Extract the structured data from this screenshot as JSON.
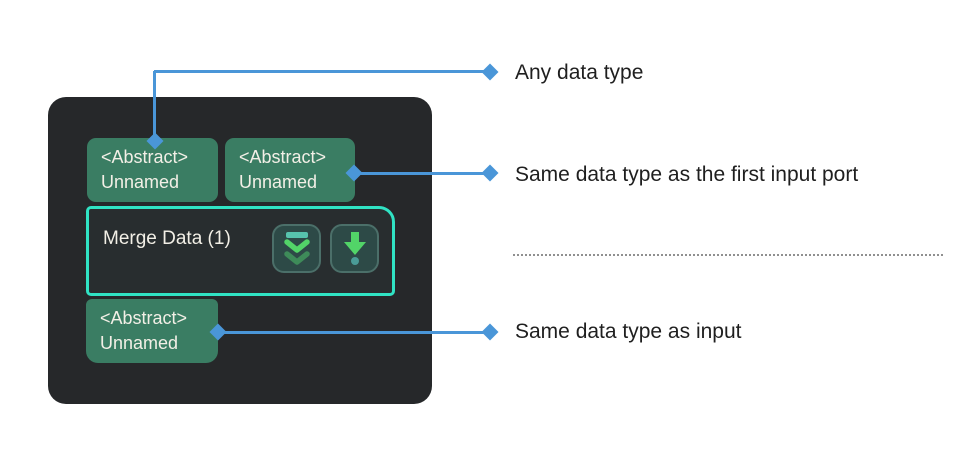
{
  "node_panel": {
    "node": {
      "title": "Merge Data (1)",
      "input_ports": [
        {
          "type": "<Abstract>",
          "name": "Unnamed"
        },
        {
          "type": "<Abstract>",
          "name": "Unnamed"
        }
      ],
      "output_port": {
        "type": "<Abstract>",
        "name": "Unnamed"
      },
      "buttons": [
        {
          "icon": "double-chevron-down-icon"
        },
        {
          "icon": "down-arrow-icon"
        }
      ]
    }
  },
  "annotations": {
    "top": {
      "label": "Any data type"
    },
    "middle": {
      "label": "Same data type as the first input port"
    },
    "bottom": {
      "label": "Same data type as input"
    }
  },
  "colors": {
    "panel_bg": "#26282a",
    "port_bg": "#3a7d63",
    "port_text": "#f2efe6",
    "node_bg": "#282d2f",
    "node_border": "#30e3c4",
    "button_bg": "#2d4a47",
    "button_border": "#4b6f69",
    "icon_teal_bar": "#57c3ad",
    "icon_green_bright": "#52d468",
    "icon_green_dim": "#3e8b59",
    "icon_dot_teal": "#4a9c97",
    "connector_blue": "#4a96d8",
    "annotation_text": "#1f1f1f",
    "divider_gray": "#909090"
  }
}
